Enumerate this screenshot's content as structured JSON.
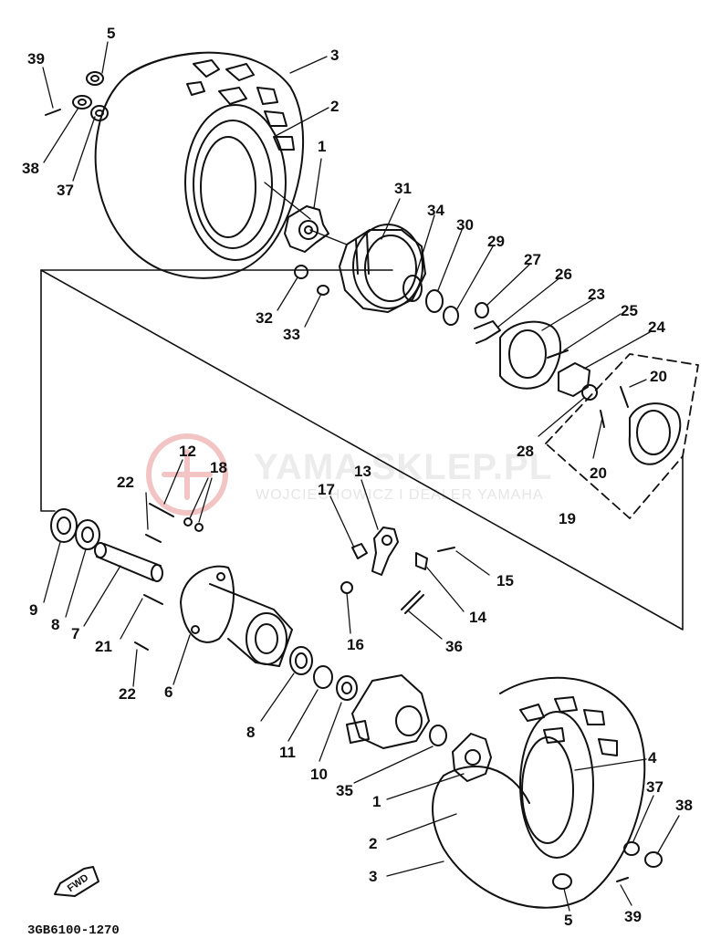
{
  "diagram": {
    "part_code": "3GB6100-1270",
    "direction_label": "FWD",
    "watermark": {
      "title": "YAMA SKLEP.PL",
      "subtitle": "WOJCIECHOWICZ I DEALER YAMAHA"
    },
    "callouts": [
      {
        "id": "lbl-39-top",
        "text": "39"
      },
      {
        "id": "lbl-5-top",
        "text": "5"
      },
      {
        "id": "lbl-3-top",
        "text": "3"
      },
      {
        "id": "lbl-2-top",
        "text": "2"
      },
      {
        "id": "lbl-38-top",
        "text": "38"
      },
      {
        "id": "lbl-37-top",
        "text": "37"
      },
      {
        "id": "lbl-1-top",
        "text": "1"
      },
      {
        "id": "lbl-31",
        "text": "31"
      },
      {
        "id": "lbl-34",
        "text": "34"
      },
      {
        "id": "lbl-30",
        "text": "30"
      },
      {
        "id": "lbl-29",
        "text": "29"
      },
      {
        "id": "lbl-27",
        "text": "27"
      },
      {
        "id": "lbl-26",
        "text": "26"
      },
      {
        "id": "lbl-23",
        "text": "23"
      },
      {
        "id": "lbl-25",
        "text": "25"
      },
      {
        "id": "lbl-24",
        "text": "24"
      },
      {
        "id": "lbl-32",
        "text": "32"
      },
      {
        "id": "lbl-33",
        "text": "33"
      },
      {
        "id": "lbl-20-a",
        "text": "20"
      },
      {
        "id": "lbl-28",
        "text": "28"
      },
      {
        "id": "lbl-20-b",
        "text": "20"
      },
      {
        "id": "lbl-19",
        "text": "19"
      },
      {
        "id": "lbl-12",
        "text": "12"
      },
      {
        "id": "lbl-18",
        "text": "18"
      },
      {
        "id": "lbl-22-top",
        "text": "22"
      },
      {
        "id": "lbl-13",
        "text": "13"
      },
      {
        "id": "lbl-17",
        "text": "17"
      },
      {
        "id": "lbl-15",
        "text": "15"
      },
      {
        "id": "lbl-14",
        "text": "14"
      },
      {
        "id": "lbl-9",
        "text": "9"
      },
      {
        "id": "lbl-8-left",
        "text": "8"
      },
      {
        "id": "lbl-7",
        "text": "7"
      },
      {
        "id": "lbl-21",
        "text": "21"
      },
      {
        "id": "lbl-22-bottom",
        "text": "22"
      },
      {
        "id": "lbl-6",
        "text": "6"
      },
      {
        "id": "lbl-16",
        "text": "16"
      },
      {
        "id": "lbl-36",
        "text": "36"
      },
      {
        "id": "lbl-8-bottom",
        "text": "8"
      },
      {
        "id": "lbl-11",
        "text": "11"
      },
      {
        "id": "lbl-10",
        "text": "10"
      },
      {
        "id": "lbl-35",
        "text": "35"
      },
      {
        "id": "lbl-4",
        "text": "4"
      },
      {
        "id": "lbl-1-bottom",
        "text": "1"
      },
      {
        "id": "lbl-37-bottom",
        "text": "37"
      },
      {
        "id": "lbl-38-bottom",
        "text": "38"
      },
      {
        "id": "lbl-2-bottom",
        "text": "2"
      },
      {
        "id": "lbl-3-bottom",
        "text": "3"
      },
      {
        "id": "lbl-5-bottom",
        "text": "5"
      },
      {
        "id": "lbl-39-bottom",
        "text": "39"
      }
    ]
  }
}
